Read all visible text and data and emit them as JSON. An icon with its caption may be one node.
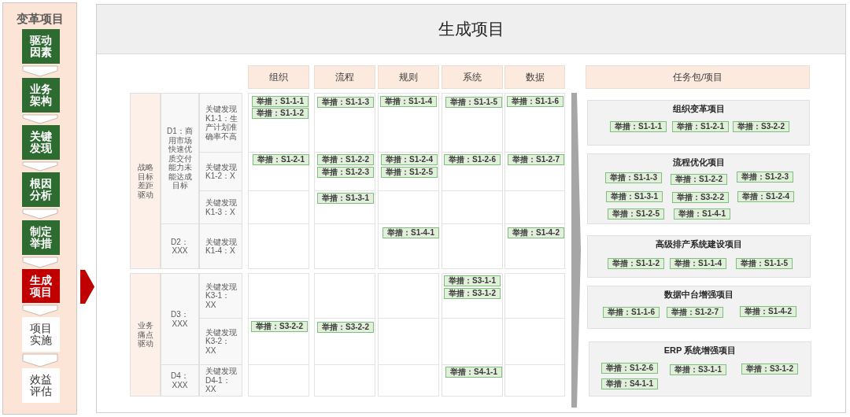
{
  "diagram": {
    "nodes": [
      {
        "text": [
          "变革项目"
        ]
      },
      {
        "text": [
          "驱动因素"
        ],
        "in": 0
      },
      {
        "text": [
          "业务架构"
        ],
        "in": 0
      },
      {
        "text": [
          "关键发现"
        ],
        "in": 0
      },
      {
        "text": [
          "根因分析"
        ],
        "in": 0
      },
      {
        "text": [
          "制定举措"
        ],
        "in": 0
      },
      {
        "text": [
          "生成项目"
        ],
        "in": 0
      },
      {
        "text": [
          "项目实施"
        ],
        "in": 0
      },
      {
        "text": [
          "效益评估"
        ],
        "in": 0
      },
      {
        "text": [
          "生成项目"
        ]
      },
      {
        "text": [
          "组织"
        ],
        "in": 9
      },
      {
        "text": [
          "流程"
        ],
        "in": 9
      },
      {
        "text": [
          "规则"
        ],
        "in": 9
      },
      {
        "text": [
          "系统"
        ],
        "in": 9
      },
      {
        "text": [
          "数据"
        ],
        "in": 9
      },
      {
        "text": [
          "任务包/项目"
        ],
        "in": 9
      },
      {
        "text": [
          "战略目标差距驱动"
        ],
        "in": 9
      },
      {
        "text": [
          "D1：商用市场快速优质交付能力未能达成目标"
        ],
        "in": 9
      },
      {
        "text": [
          "关键发现K1-1：生产计划准确率不高"
        ],
        "in": 9
      },
      {
        "text": [],
        "shape": "box",
        "in": 9
      },
      {
        "text": [],
        "shape": "box",
        "in": 9
      },
      {
        "text": [],
        "shape": "box",
        "in": 9
      },
      {
        "text": [],
        "shape": "box",
        "in": 9
      },
      {
        "text": [],
        "shape": "box",
        "in": 9
      },
      {
        "text": [
          "举措：S1-1-1"
        ],
        "in": 19
      },
      {
        "text": [
          "举措：S1-1-2"
        ],
        "in": 19
      },
      {
        "text": [
          "举措：S1-1-3"
        ],
        "in": 20
      },
      {
        "text": [
          "举措：S1-1-4"
        ],
        "in": 21
      },
      {
        "text": [
          "举措：S1-1-5"
        ],
        "in": 22
      },
      {
        "text": [
          "举措：S1-1-6"
        ],
        "in": 23
      },
      {
        "text": [
          "关键发现K1-2：X"
        ],
        "in": 9
      },
      {
        "text": [],
        "shape": "box",
        "in": 9
      },
      {
        "text": [],
        "shape": "box",
        "in": 9
      },
      {
        "text": [],
        "shape": "box",
        "in": 9
      },
      {
        "text": [],
        "shape": "box",
        "in": 9
      },
      {
        "text": [],
        "shape": "box",
        "in": 9
      },
      {
        "text": [
          "举措：S1-2-1"
        ],
        "in": 31
      },
      {
        "text": [
          "举措：S1-2-2"
        ],
        "in": 32
      },
      {
        "text": [
          "举措：S1-2-3"
        ],
        "in": 32
      },
      {
        "text": [
          "举措：S1-2-4"
        ],
        "in": 33
      },
      {
        "text": [
          "举措：S1-2-5"
        ],
        "in": 33
      },
      {
        "text": [
          "举措：S1-2-6"
        ],
        "in": 34
      },
      {
        "text": [
          "举措：S1-2-7"
        ],
        "in": 35
      },
      {
        "text": [
          "关键发现K1-3：X"
        ],
        "in": 9
      },
      {
        "text": [],
        "shape": "box",
        "in": 9
      },
      {
        "text": [],
        "shape": "box",
        "in": 9
      },
      {
        "text": [],
        "shape": "box",
        "in": 9
      },
      {
        "text": [],
        "shape": "box",
        "in": 9
      },
      {
        "text": [],
        "shape": "box",
        "in": 9
      },
      {
        "text": [
          "举措：S1-3-1"
        ],
        "in": 45
      },
      {
        "text": [
          "D2：XXX"
        ],
        "in": 9
      },
      {
        "text": [
          "关键发现K1-4：X"
        ],
        "in": 9
      },
      {
        "text": [],
        "shape": "box",
        "in": 9
      },
      {
        "text": [],
        "shape": "box",
        "in": 9
      },
      {
        "text": [],
        "shape": "box",
        "in": 9
      },
      {
        "text": [],
        "shape": "box",
        "in": 9
      },
      {
        "text": [],
        "shape": "box",
        "in": 9
      },
      {
        "text": [
          "举措：S1-4-1"
        ],
        "in": 54
      },
      {
        "text": [
          "举措：S1-4-2"
        ],
        "in": 56
      },
      {
        "text": [
          "业务痛点驱动"
        ],
        "in": 9
      },
      {
        "text": [
          "D3：XXX"
        ],
        "in": 9
      },
      {
        "text": [
          "关键发现K3-1：XX"
        ],
        "in": 9
      },
      {
        "text": [],
        "shape": "box",
        "in": 9
      },
      {
        "text": [],
        "shape": "box",
        "in": 9
      },
      {
        "text": [],
        "shape": "box",
        "in": 9
      },
      {
        "text": [],
        "shape": "box",
        "in": 9
      },
      {
        "text": [],
        "shape": "box",
        "in": 9
      },
      {
        "text": [
          "举措：S3-1-1"
        ],
        "in": 65
      },
      {
        "text": [
          "举措：S3-1-2"
        ],
        "in": 65
      },
      {
        "text": [
          "关键发现K3-2：XX"
        ],
        "in": 9
      },
      {
        "text": [],
        "shape": "box",
        "in": 9
      },
      {
        "text": [],
        "shape": "box",
        "in": 9
      },
      {
        "text": [],
        "shape": "box",
        "in": 9
      },
      {
        "text": [],
        "shape": "box",
        "in": 9
      },
      {
        "text": [],
        "shape": "box",
        "in": 9
      },
      {
        "text": [
          "举措：S3-2-2"
        ],
        "in": 70
      },
      {
        "text": [
          "举措：S3-2-2"
        ],
        "in": 71
      },
      {
        "text": [
          "D4：XXX"
        ],
        "in": 9
      },
      {
        "text": [
          "关键发现D4-1：XX"
        ],
        "in": 9
      },
      {
        "text": [],
        "shape": "box",
        "in": 9
      },
      {
        "text": [],
        "shape": "box",
        "in": 9
      },
      {
        "text": [],
        "shape": "box",
        "in": 9
      },
      {
        "text": [],
        "shape": "box",
        "in": 9
      },
      {
        "text": [],
        "shape": "box",
        "in": 9
      },
      {
        "text": [
          "举措：S4-1-1"
        ],
        "in": 82
      },
      {
        "text": [
          "组织变革项目"
        ],
        "in": 9
      },
      {
        "text": [
          "举措：S1-1-1"
        ],
        "in": 85
      },
      {
        "text": [
          "举措：S1-2-1"
        ],
        "in": 85
      },
      {
        "text": [
          "举措：S3-2-2"
        ],
        "in": 85
      },
      {
        "text": [
          "流程优化项目"
        ],
        "in": 9
      },
      {
        "text": [
          "举措：S1-1-3"
        ],
        "in": 89
      },
      {
        "text": [
          "举措：S1-2-2"
        ],
        "in": 89
      },
      {
        "text": [
          "举措：S1-2-3"
        ],
        "in": 89
      },
      {
        "text": [
          "举措：S1-3-1"
        ],
        "in": 89
      },
      {
        "text": [
          "举措：S3-2-2"
        ],
        "in": 89
      },
      {
        "text": [
          "举措：S1-2-4"
        ],
        "in": 89
      },
      {
        "text": [
          "举措：S1-2-5"
        ],
        "in": 89
      },
      {
        "text": [
          "举措：S1-4-1"
        ],
        "in": 89
      },
      {
        "text": [
          "高级排产系统建设项目"
        ],
        "in": 9
      },
      {
        "text": [
          "举措：S1-1-2"
        ],
        "in": 98
      },
      {
        "text": [
          "举措：S1-1-4"
        ],
        "in": 98
      },
      {
        "text": [
          "举措：S1-1-5"
        ],
        "in": 98
      },
      {
        "text": [
          "数据中台增强项目"
        ],
        "in": 9
      },
      {
        "text": [
          "举措：S1-1-6"
        ],
        "in": 102
      },
      {
        "text": [
          "举措：S1-2-7"
        ],
        "in": 102
      },
      {
        "text": [
          "举措：S1-4-2"
        ],
        "in": 102
      },
      {
        "text": [
          "ERP 系统增强项目"
        ],
        "in": 9
      },
      {
        "text": [
          "举措：S1-2-6"
        ],
        "in": 106
      },
      {
        "text": [
          "举措：S3-1-1"
        ],
        "in": 106
      },
      {
        "text": [
          "举措：S3-1-2"
        ],
        "in": 106
      },
      {
        "text": [
          "举措：S4-1-1"
        ],
        "in": 106
      }
    ],
    "edges": [
      {
        "from": 1,
        "to": 2,
        "arrow": "to"
      },
      {
        "from": 2,
        "to": 3,
        "arrow": "to"
      },
      {
        "from": 3,
        "to": 4,
        "arrow": "to"
      },
      {
        "from": 4,
        "to": 5,
        "arrow": "to"
      },
      {
        "from": 5,
        "to": 6,
        "arrow": "to"
      },
      {
        "from": 6,
        "to": 7,
        "arrow": "to"
      },
      {
        "from": 7,
        "to": 8,
        "arrow": "to"
      },
      {
        "from": 6,
        "to": 9,
        "arrow": "to",
        "color": "#c00000"
      }
    ]
  }
}
